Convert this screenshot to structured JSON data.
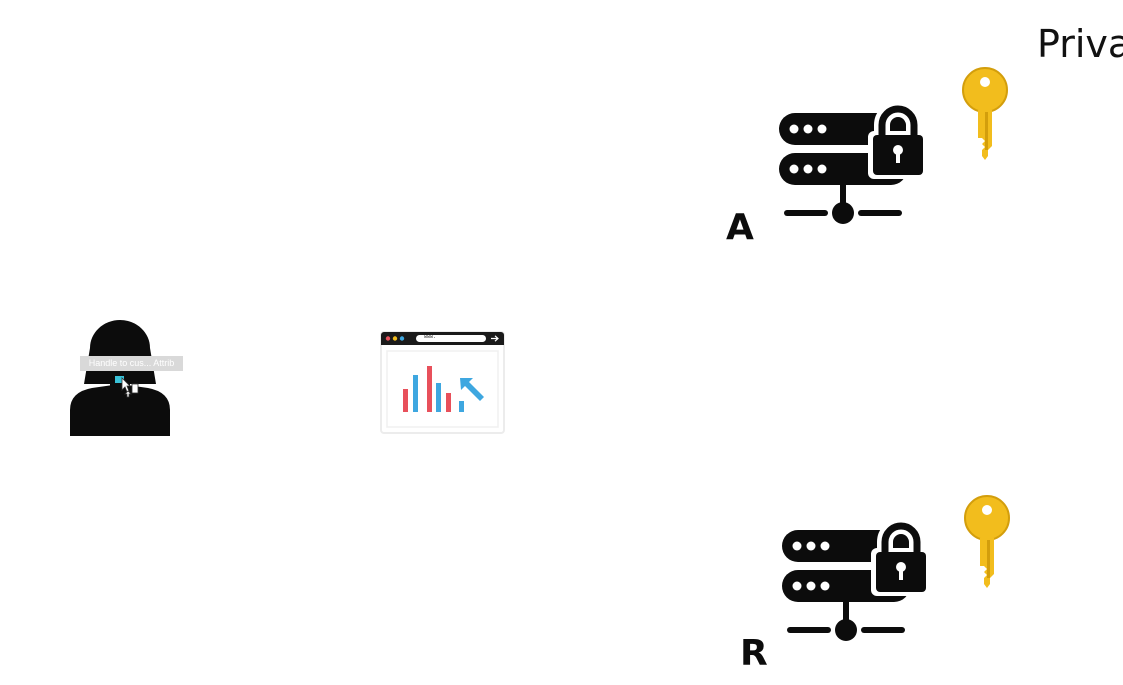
{
  "title_partial": "Priva",
  "servers": [
    {
      "label": "A"
    },
    {
      "label": "R"
    }
  ],
  "person": {
    "tooltip": "Handle to cus... Attrib"
  },
  "browser": {
    "url_text": "www."
  },
  "colors": {
    "key": "#f2bd1d",
    "key_dark": "#d39e0c",
    "icon": "#0c0c0c",
    "chart_red": "#e8505b",
    "chart_blue": "#3ea7e0",
    "cursor_accent": "#39c2d8"
  },
  "icons": {
    "server": "server-lock-icon",
    "key": "key-icon",
    "person": "person-silhouette-icon",
    "browser": "browser-analytics-icon"
  }
}
